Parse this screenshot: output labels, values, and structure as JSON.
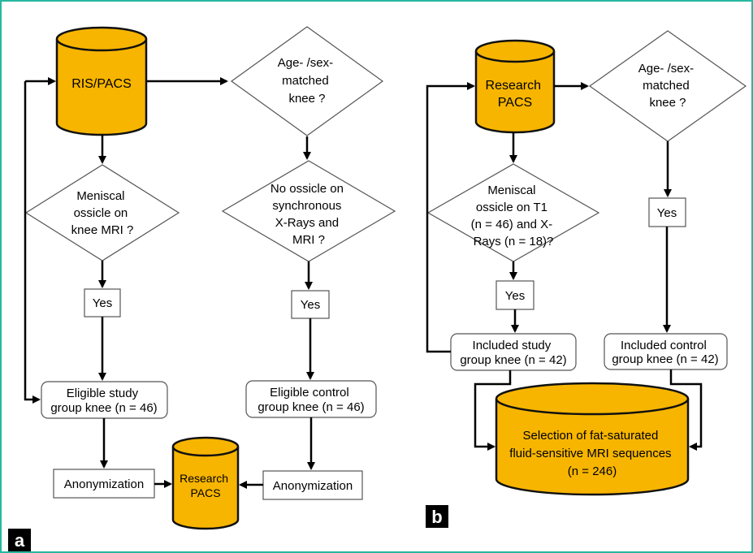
{
  "colors": {
    "frame": "#27b8a0",
    "cylinder_fill": "#f7b500",
    "cylinder_stroke": "#111111",
    "line": "#000000",
    "label_bg": "#000000"
  },
  "panel_a": {
    "label": "a",
    "ris_pacs": "RIS/PACS",
    "matched_q": [
      "Age- /sex-",
      "matched",
      "knee ?"
    ],
    "meniscal_q": [
      "Meniscal",
      "ossicle on",
      "knee MRI ?"
    ],
    "no_ossicle_q": [
      "No ossicle on",
      "synchronous",
      "X-Rays and",
      "MRI ?"
    ],
    "yes_left": "Yes",
    "yes_right": "Yes",
    "eligible_study": [
      "Eligible study",
      "group knee (n = 46)"
    ],
    "eligible_control": [
      "Eligible control",
      "group knee (n = 46)"
    ],
    "anon_left": "Anonymization",
    "anon_right": "Anonymization",
    "research_pacs": [
      "Research",
      "PACS"
    ]
  },
  "panel_b": {
    "label": "b",
    "research_pacs": [
      "Research",
      "PACS"
    ],
    "matched_q": [
      "Age- /sex-",
      "matched",
      "knee ?"
    ],
    "meniscal_q": [
      "Meniscal",
      "ossicle on T1",
      "(n = 46) and X-",
      "Rays  (n = 18)?"
    ],
    "yes_left": "Yes",
    "yes_right": "Yes",
    "included_study": [
      "Included study",
      "group knee (n = 42)"
    ],
    "included_control": [
      "Included control",
      "group knee (n = 42)"
    ],
    "selection": [
      "Selection of fat-saturated",
      "fluid-sensitive  MRI sequences",
      "(n = 246)"
    ]
  }
}
